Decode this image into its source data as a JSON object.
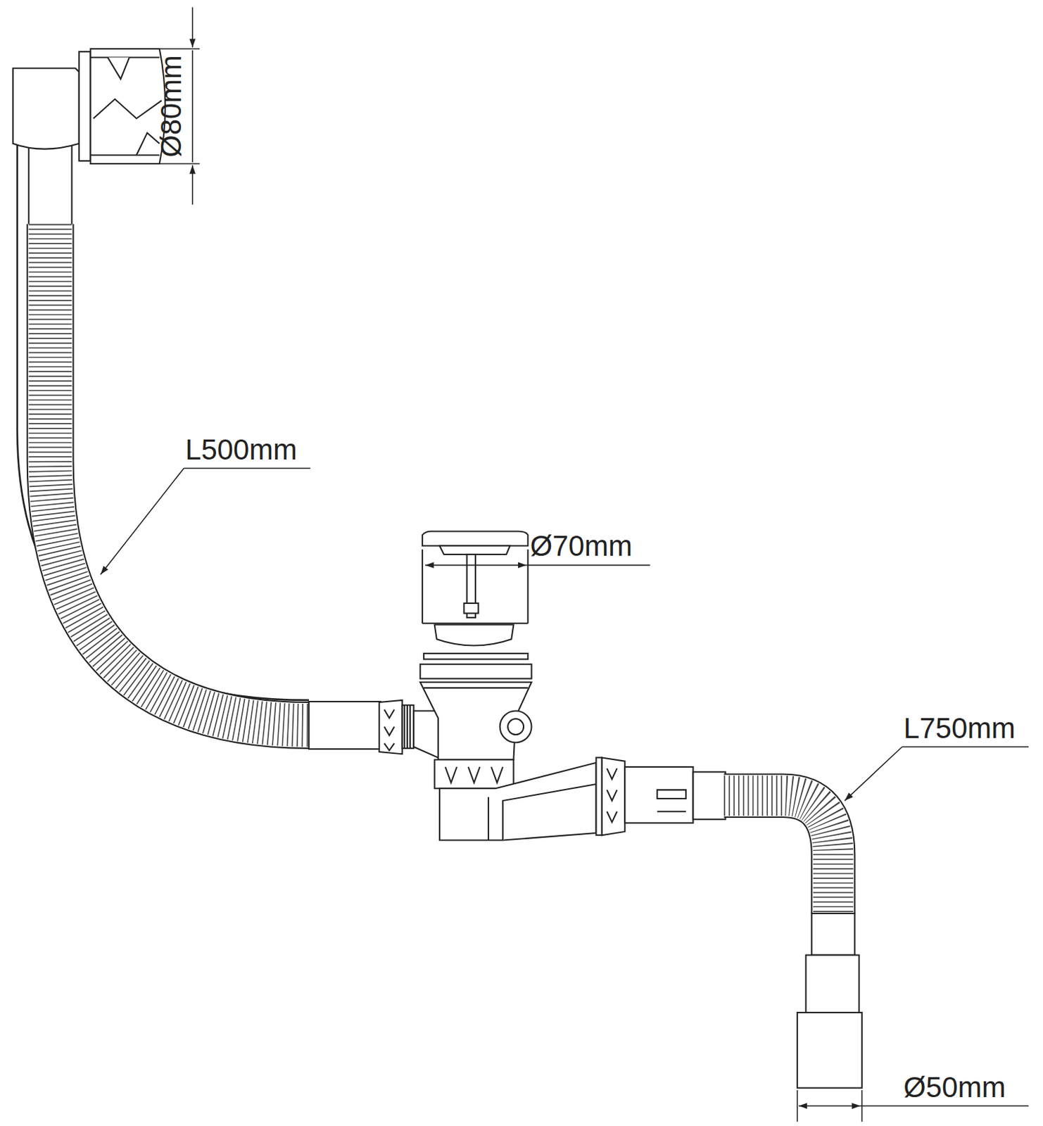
{
  "diagram": {
    "labels": [
      "Ø80mm",
      "L500mm",
      "Ø70mm",
      "L750mm",
      "Ø50mm"
    ]
  }
}
